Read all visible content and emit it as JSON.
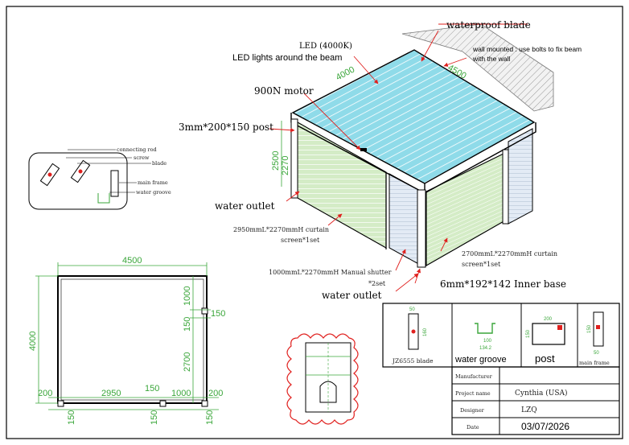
{
  "colors": {
    "line": "#000000",
    "dimension": "#3aa63a",
    "roof": "#7fd6e6",
    "wall": "#cde8bf",
    "shutter": "#dde7f2",
    "arrow": "#e0201e"
  },
  "callouts": {
    "waterproof_blade": "waterproof blade",
    "wall_mounted_1": "wall mounted : use bolts to fix beam",
    "wall_mounted_2": "with the wall",
    "led_title": "LED (4000K)",
    "led_desc": "LED lights around the beam",
    "motor": "900N motor",
    "post": "3mm*200*150  post",
    "water_outlet_left": "water outlet",
    "curtain_front_1": "2950mmL*2270mmH curtain",
    "curtain_front_2": "screen*1set",
    "curtain_side_1": "2700mmL*2270mmH curtain",
    "curtain_side_2": "screen*1set",
    "shutter_1": "1000mmL*2270mmH Manual shutter",
    "shutter_2": "*2set",
    "inner_base": "6mm*192*142 Inner base",
    "water_outlet_bottom": "water outlet"
  },
  "iso_dims": {
    "width": "4000",
    "depth": "4500",
    "height_total": "2500",
    "height_clear": "2270"
  },
  "detail": {
    "connecting_rod": "connecting rod",
    "screw": "screw",
    "blade": "blade",
    "main_frame": "main frame",
    "water_groove": "water groove"
  },
  "plan": {
    "top_width": "4500",
    "left_depth": "4000",
    "right_top": "1000",
    "right_mid": "150",
    "right_gap": "150",
    "right_bottom": "2700",
    "bottom_left": "200",
    "bottom_center": "2950",
    "bottom_post": "150",
    "bottom_right": "1000",
    "bottom_end": "200",
    "post_left": "150",
    "post_mid": "150",
    "post_right": "150"
  },
  "parts": {
    "blade_label": "JZ6555 blade",
    "blade_dims": [
      "50",
      "160"
    ],
    "groove_label": "water groove",
    "groove_dims": [
      "100",
      "134.2"
    ],
    "post_label": "post",
    "post_dims": [
      "200",
      "150"
    ],
    "frame_label": "main frame",
    "frame_dims": [
      "150",
      "50"
    ]
  },
  "title_block": {
    "manufacturer_label": "Manufacturer",
    "manufacturer_value": "",
    "project_label": "Project name",
    "project_value": "Cynthia  (USA)",
    "designer_label": "Designer",
    "designer_value": "LZQ",
    "date_label": "Date",
    "date_value": "03/07/2026"
  }
}
